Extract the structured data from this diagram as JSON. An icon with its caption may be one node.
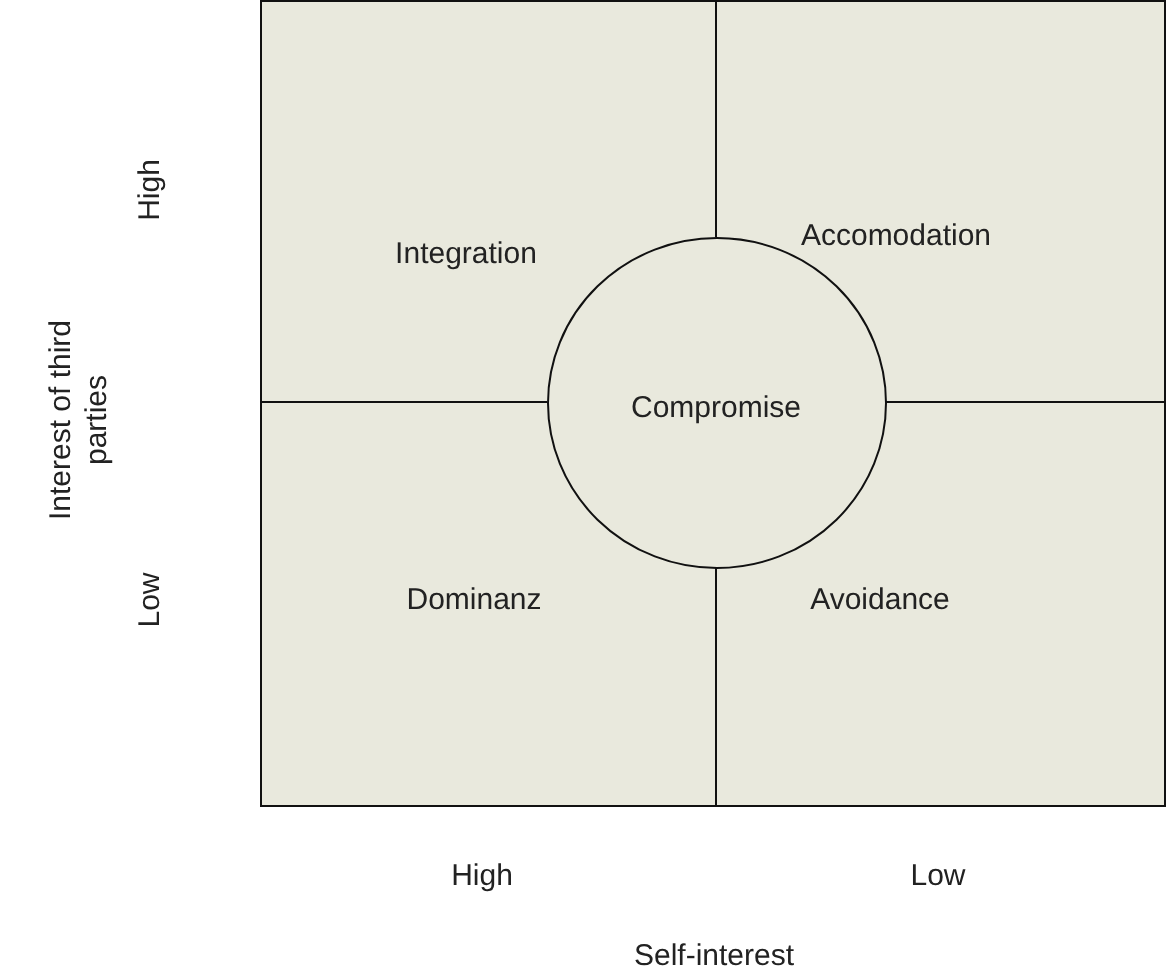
{
  "diagram": {
    "nodes": [
      {
        "text": [
          "Integration"
        ]
      },
      {
        "text": [
          "Accomodation"
        ]
      },
      {
        "text": [
          "Dominanz"
        ]
      },
      {
        "text": [
          "Avoidance"
        ]
      },
      {
        "text": [
          "Compromise"
        ]
      }
    ],
    "edges": [],
    "labels": [
      "High",
      "Interest of third parties",
      "Low",
      "High",
      "Low",
      "Self-interest"
    ]
  }
}
